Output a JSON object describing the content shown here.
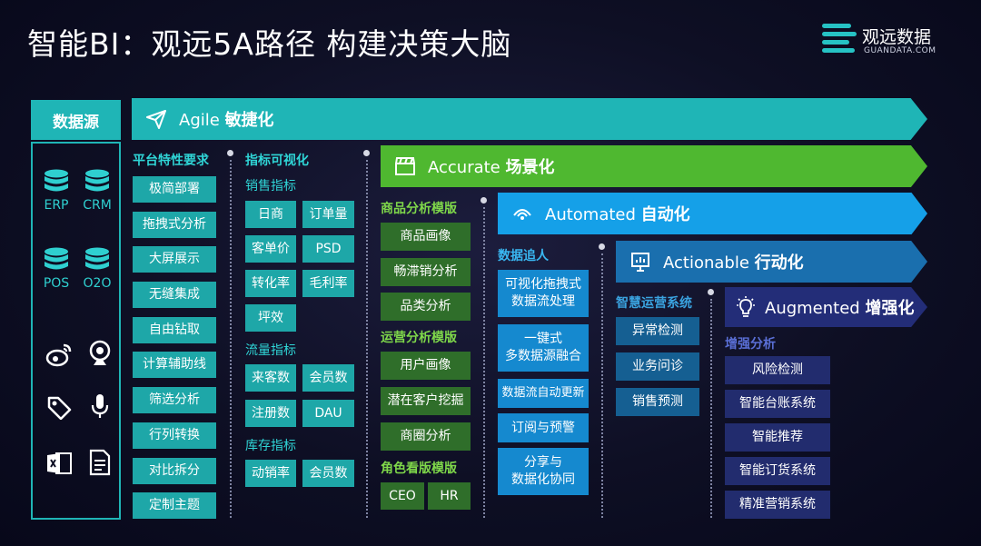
{
  "header": {
    "title": "智能BI：观远5A路径 构建决策大脑",
    "logo_name": "观远数据",
    "logo_sub": "GUANDATA.COM",
    "logo_color": "#26c2c4"
  },
  "sources": {
    "title": "数据源",
    "items": [
      {
        "icon": "database-icon",
        "label": "ERP"
      },
      {
        "icon": "database-icon",
        "label": "CRM"
      },
      {
        "icon": "database-icon",
        "label": "POS"
      },
      {
        "icon": "database-icon",
        "label": "O2O"
      },
      {
        "icon": "weibo-icon",
        "label": ""
      },
      {
        "icon": "webcam-icon",
        "label": ""
      },
      {
        "icon": "tag-icon",
        "label": ""
      },
      {
        "icon": "microphone-icon",
        "label": ""
      },
      {
        "icon": "excel-icon",
        "label": ""
      },
      {
        "icon": "document-icon",
        "label": ""
      }
    ]
  },
  "banners": {
    "agile": {
      "en": "Agile",
      "zh": "敏捷化",
      "icon": "paper-plane-icon",
      "color": "#1fb5b6"
    },
    "accurate": {
      "en": "Accurate",
      "zh": "场景化",
      "icon": "clapperboard-icon",
      "color": "#4fb830"
    },
    "automated": {
      "en": "Automated",
      "zh": "自动化",
      "icon": "signal-icon",
      "color": "#15a0e8"
    },
    "actionable": {
      "en": "Actionable",
      "zh": "行动化",
      "icon": "presentation-icon",
      "color": "#1a6fae"
    },
    "augmented": {
      "en": "Augmented",
      "zh": "增强化",
      "icon": "lightbulb-icon",
      "color": "#232d78"
    }
  },
  "platform": {
    "heading": "平台特性要求",
    "items": [
      "极简部署",
      "拖拽式分析",
      "大屏展示",
      "无缝集成",
      "自由钻取",
      "计算辅助线",
      "筛选分析",
      "行列转换",
      "对比拆分",
      "定制主题"
    ]
  },
  "metrics": {
    "heading": "指标可视化",
    "sales": {
      "heading": "销售指标",
      "items": [
        "日商",
        "订单量",
        "客单价",
        "PSD",
        "转化率",
        "毛利率",
        "坪效"
      ]
    },
    "traffic": {
      "heading": "流量指标",
      "items": [
        "来客数",
        "会员数",
        "注册数",
        "DAU"
      ]
    },
    "inventory": {
      "heading": "库存指标",
      "items": [
        "动销率",
        "会员数"
      ]
    }
  },
  "accurate": {
    "product": {
      "heading": "商品分析模版",
      "items": [
        "商品画像",
        "畅滞销分析",
        "品类分析"
      ]
    },
    "operation": {
      "heading": "运营分析模版",
      "items": [
        "用户画像",
        "潜在客户挖掘",
        "商圈分析"
      ]
    },
    "role": {
      "heading": "角色看版模版",
      "items": [
        "CEO",
        "HR"
      ]
    }
  },
  "automated": {
    "heading": "数据追人",
    "items": [
      "可视化拖拽式\n数据流处理",
      "一键式\n多数据源融合",
      "数据流自动更新",
      "订阅与预警",
      "分享与\n数据化协同"
    ]
  },
  "actionable": {
    "heading": "智慧运营系统",
    "items": [
      "异常检测",
      "业务问诊",
      "销售预测"
    ]
  },
  "augmented": {
    "heading": "增强分析",
    "items": [
      "风险检测",
      "智能台账系统",
      "智能推荐",
      "智能订货系统",
      "精准营销系统"
    ]
  }
}
